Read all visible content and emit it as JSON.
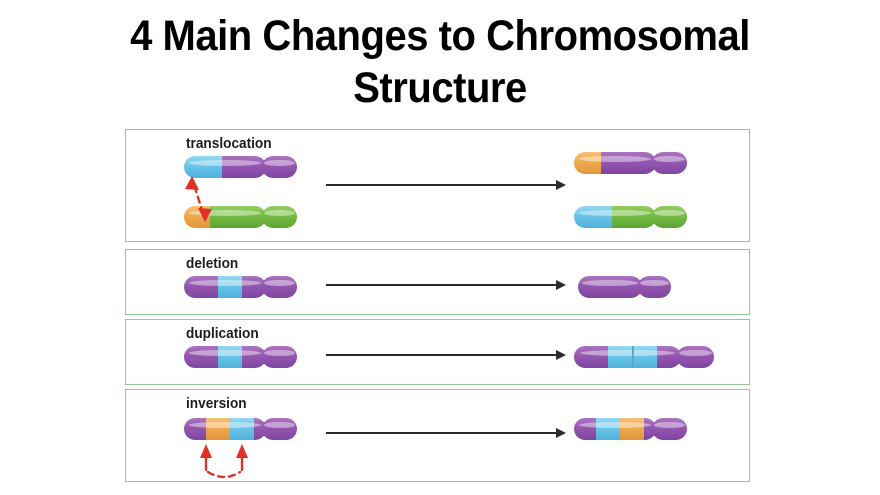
{
  "page": {
    "title": "4 Main Changes to Chromosomal Structure",
    "title_line1": "4 Main Changes to Chromosomal",
    "title_line2": "Structure",
    "background": "#ffffff"
  },
  "colors": {
    "purple": "#9457b0",
    "green": "#74bb44",
    "blue": "#69c4e8",
    "orange": "#efa94f",
    "panel_border": "#8fc98f",
    "arrow_black": "#2b2b2b",
    "arrow_red": "#e03127",
    "title_text": "#000000",
    "label_text": "#1d1d1d"
  },
  "panels": [
    {
      "id": "translocation",
      "label": "translocation",
      "arrow_icon": "right-arrow-icon",
      "red_marker": "double-headed-dashed-arrow-icon",
      "before": [
        {
          "name": "purple-chromosome-with-blue-tip",
          "segments": [
            "blue",
            "purple",
            "purple"
          ]
        },
        {
          "name": "green-chromosome-with-orange-tip",
          "segments": [
            "orange",
            "green",
            "green"
          ]
        }
      ],
      "after": [
        {
          "name": "purple-chromosome-with-orange-tip",
          "segments": [
            "orange",
            "purple",
            "purple"
          ]
        },
        {
          "name": "green-chromosome-with-blue-tip",
          "segments": [
            "blue",
            "green",
            "green"
          ]
        }
      ]
    },
    {
      "id": "deletion",
      "label": "deletion",
      "arrow_icon": "right-arrow-icon",
      "before": [
        {
          "name": "purple-chromosome-with-blue-band",
          "segments": [
            "purple",
            "blue",
            "purple",
            "purple"
          ]
        }
      ],
      "after": [
        {
          "name": "shortened-purple-chromosome",
          "segments": [
            "purple",
            "purple"
          ]
        }
      ]
    },
    {
      "id": "duplication",
      "label": "duplication",
      "arrow_icon": "right-arrow-icon",
      "before": [
        {
          "name": "purple-chromosome-with-blue-band",
          "segments": [
            "purple",
            "blue",
            "purple",
            "purple"
          ]
        }
      ],
      "after": [
        {
          "name": "purple-chromosome-with-doubled-blue-band",
          "segments": [
            "purple",
            "blue",
            "blue",
            "purple",
            "purple"
          ]
        }
      ]
    },
    {
      "id": "inversion",
      "label": "inversion",
      "arrow_icon": "right-arrow-icon",
      "red_marker": "two-up-arrows-dashed-arc-icon",
      "before": [
        {
          "name": "purple-chromosome-orange-then-blue",
          "segments": [
            "purple",
            "orange",
            "blue",
            "purple",
            "purple"
          ]
        }
      ],
      "after": [
        {
          "name": "purple-chromosome-blue-then-orange",
          "segments": [
            "purple",
            "blue",
            "orange",
            "purple",
            "purple"
          ]
        }
      ]
    }
  ]
}
